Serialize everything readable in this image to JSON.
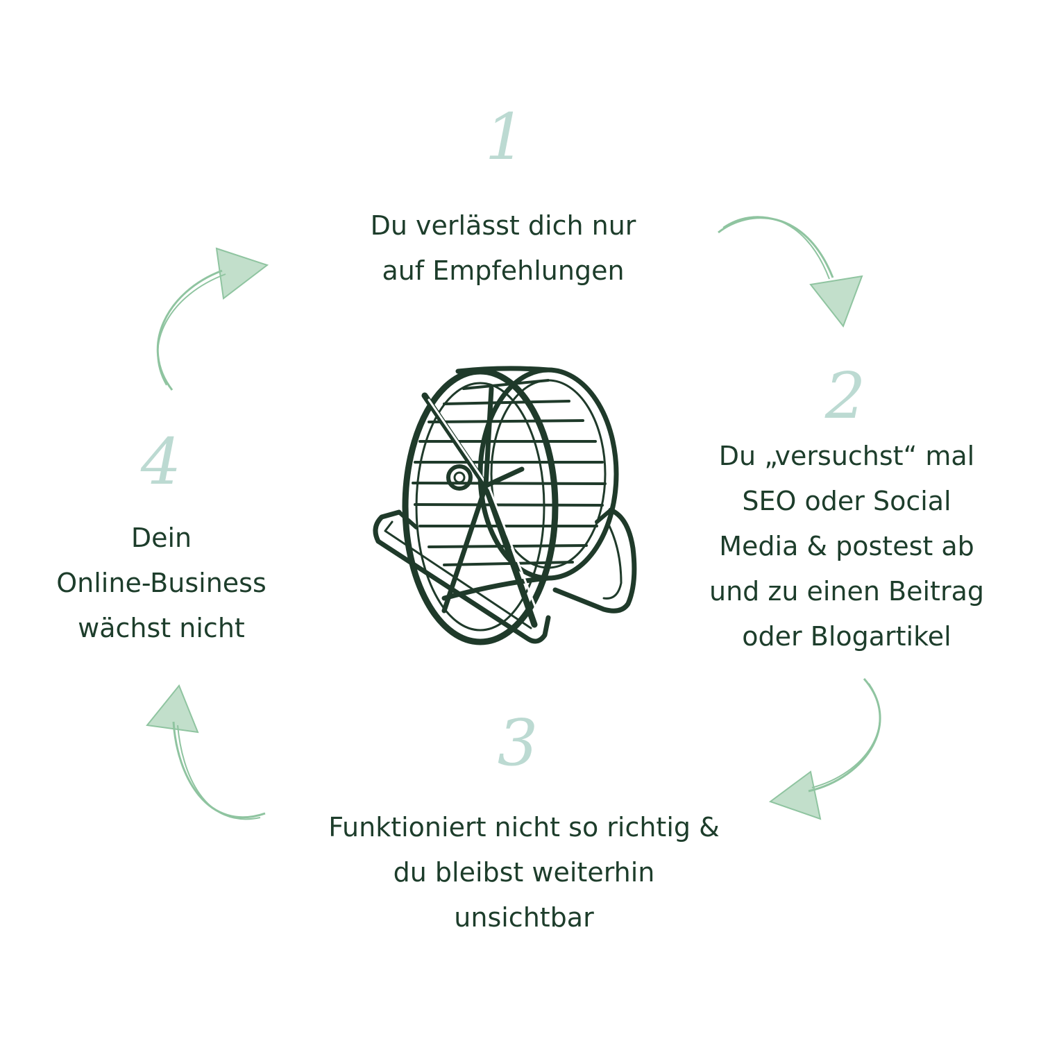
{
  "colors": {
    "text": "#1d3d2b",
    "number": "#bcdad2",
    "arrow": "#8fc4a0",
    "wheel": "#1f3a2a"
  },
  "icons": {
    "center": "hamster-wheel-icon",
    "arrows": [
      "curved-arrow-icon",
      "curved-arrow-icon",
      "curved-arrow-icon",
      "curved-arrow-icon"
    ]
  },
  "steps": [
    {
      "number": "1",
      "lines": [
        "Du verlässt dich nur",
        "auf Empfehlungen"
      ]
    },
    {
      "number": "2",
      "lines": [
        "Du „versuchst“ mal",
        "SEO oder Social",
        "Media & postest ab",
        "und zu einen Beitrag",
        "oder Blogartikel"
      ]
    },
    {
      "number": "3",
      "lines": [
        "Funktioniert nicht so richtig &",
        "du bleibst weiterhin",
        "unsichtbar"
      ]
    },
    {
      "number": "4",
      "lines": [
        "Dein",
        "Online-Business",
        "wächst nicht"
      ]
    }
  ]
}
